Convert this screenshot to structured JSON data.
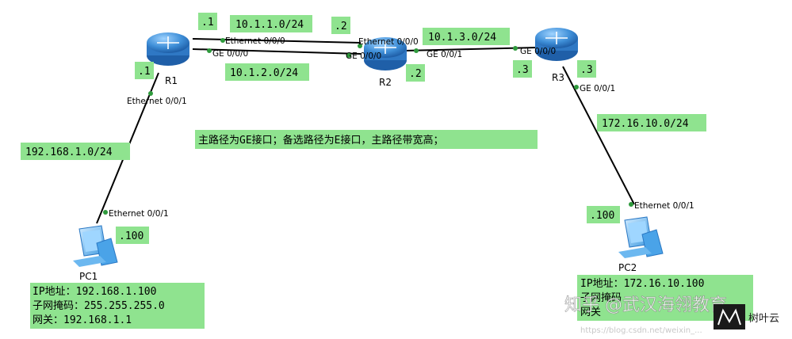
{
  "devices": {
    "r1": "R1",
    "r2": "R2",
    "r3": "R3",
    "pc1": "PC1",
    "pc2": "PC2"
  },
  "networks": {
    "r1r2_eth": "10.1.1.0/24",
    "r1r2_ge": "10.1.2.0/24",
    "r2r3": "10.1.3.0/24",
    "r1pc1": "192.168.1.0/24",
    "r3pc2": "172.16.10.0/24"
  },
  "host_ids": {
    "r1_eth": ".1",
    "r1_ge": ".1",
    "r2_eth": ".2",
    "r2_ge": ".2",
    "r3_ge": ".3",
    "pc1": ".100",
    "pc2": ".100"
  },
  "ports": {
    "r1_eth": "Ethernet 0/0/0",
    "r1_ge": "GE 0/0/0",
    "r2_eth": "Ethernet 0/0/0",
    "r2_ge0": "GE 0/0/0",
    "r2_ge1": "GE 0/0/1",
    "r3_ge0": "GE 0/0/0",
    "r3_ge1": "GE 0/0/1",
    "r1_eth1": "Ethernet 0/0/1",
    "pc1_eth": "Ethernet 0/0/1",
    "pc2_eth": "Ethernet 0/0/1"
  },
  "note": "主路径为GE接口；备选路径为E接口，主路径带宽高；",
  "pc1_info": {
    "ip": "IP地址：192.168.1.100",
    "mask": "子网掩码：255.255.255.0",
    "gateway": "网关：192.168.1.1"
  },
  "pc2_info": {
    "ip": "IP地址：172.16.10.100",
    "mask": "子网掩码",
    "gateway": "网关"
  },
  "watermark": {
    "zhihu": "知乎 @武汉海翎教育",
    "csdn": "https://blog.csdn.net/weixin_...",
    "brand": "树叶云"
  },
  "colors": {
    "label_bg": "#8fe38f",
    "router": "#3f8fd8",
    "link": "#000000",
    "port_dot": "#2e9a3c"
  }
}
